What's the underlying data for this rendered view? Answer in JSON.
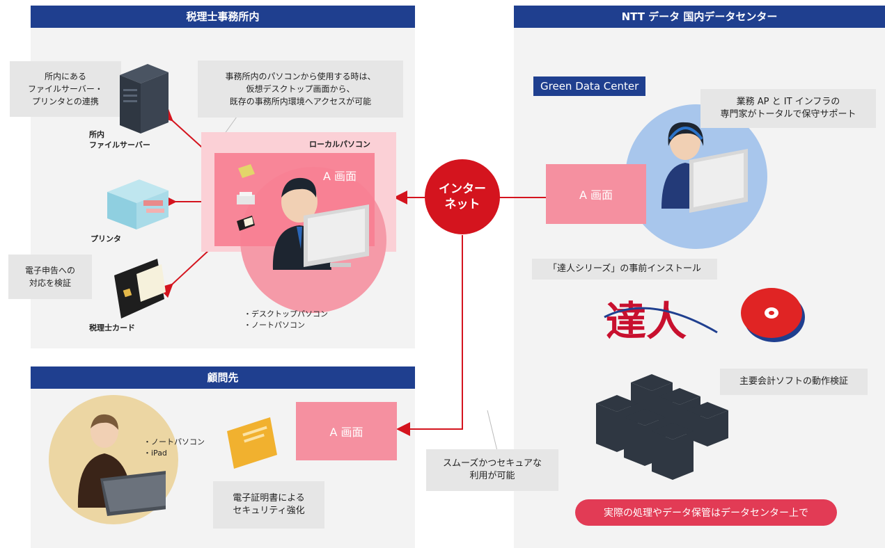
{
  "office": {
    "header": "税理士事務所内",
    "callout_fileserver": "所内にある\nファイルサーバー・\nプリンタとの連携",
    "callout_access": "事務所内のパソコンから使用する時は、\n仮想デスクトップ画面から、\n既存の事務所内環境へアクセスが可能",
    "fileserver_label": "所内\nファイルサーバー",
    "printer_label": "プリンタ",
    "callout_card": "電子申告への\n対応を検証",
    "card_label": "税理士カード",
    "local_pc_label": "ローカルパソコン",
    "screen_label": "A 画面",
    "device_list": "・デスクトップパソコン\n・ノートパソコン"
  },
  "client": {
    "header": "顧問先",
    "device_list": "・ノートパソコン\n・iPad",
    "screen_label": "A 画面",
    "callout_cert": "電子証明書による\nセキュリティ強化"
  },
  "internet": {
    "label": "インター\nネット",
    "callout_secure": "スムーズかつセキュアな\n利用が可能"
  },
  "datacenter": {
    "header": "NTT データ 国内データセンター",
    "badge": "Green Data Center",
    "callout_support": "業務 AP と IT インフラの\n専門家がトータルで保守サポート",
    "screen_label": "A 画面",
    "callout_install": "「達人シリーズ」の事前インストール",
    "callout_verify": "主要会計ソフトの動作検証",
    "bottom_pill": "実際の処理やデータ保管はデータセンター上で",
    "logo_text": "達人"
  },
  "colors": {
    "header_blue": "#1f3f8f",
    "internet_red": "#d4141e",
    "arrow_red": "#d4141e",
    "screen_pink": "#f590a0",
    "pill_pink": "#e23b55"
  }
}
